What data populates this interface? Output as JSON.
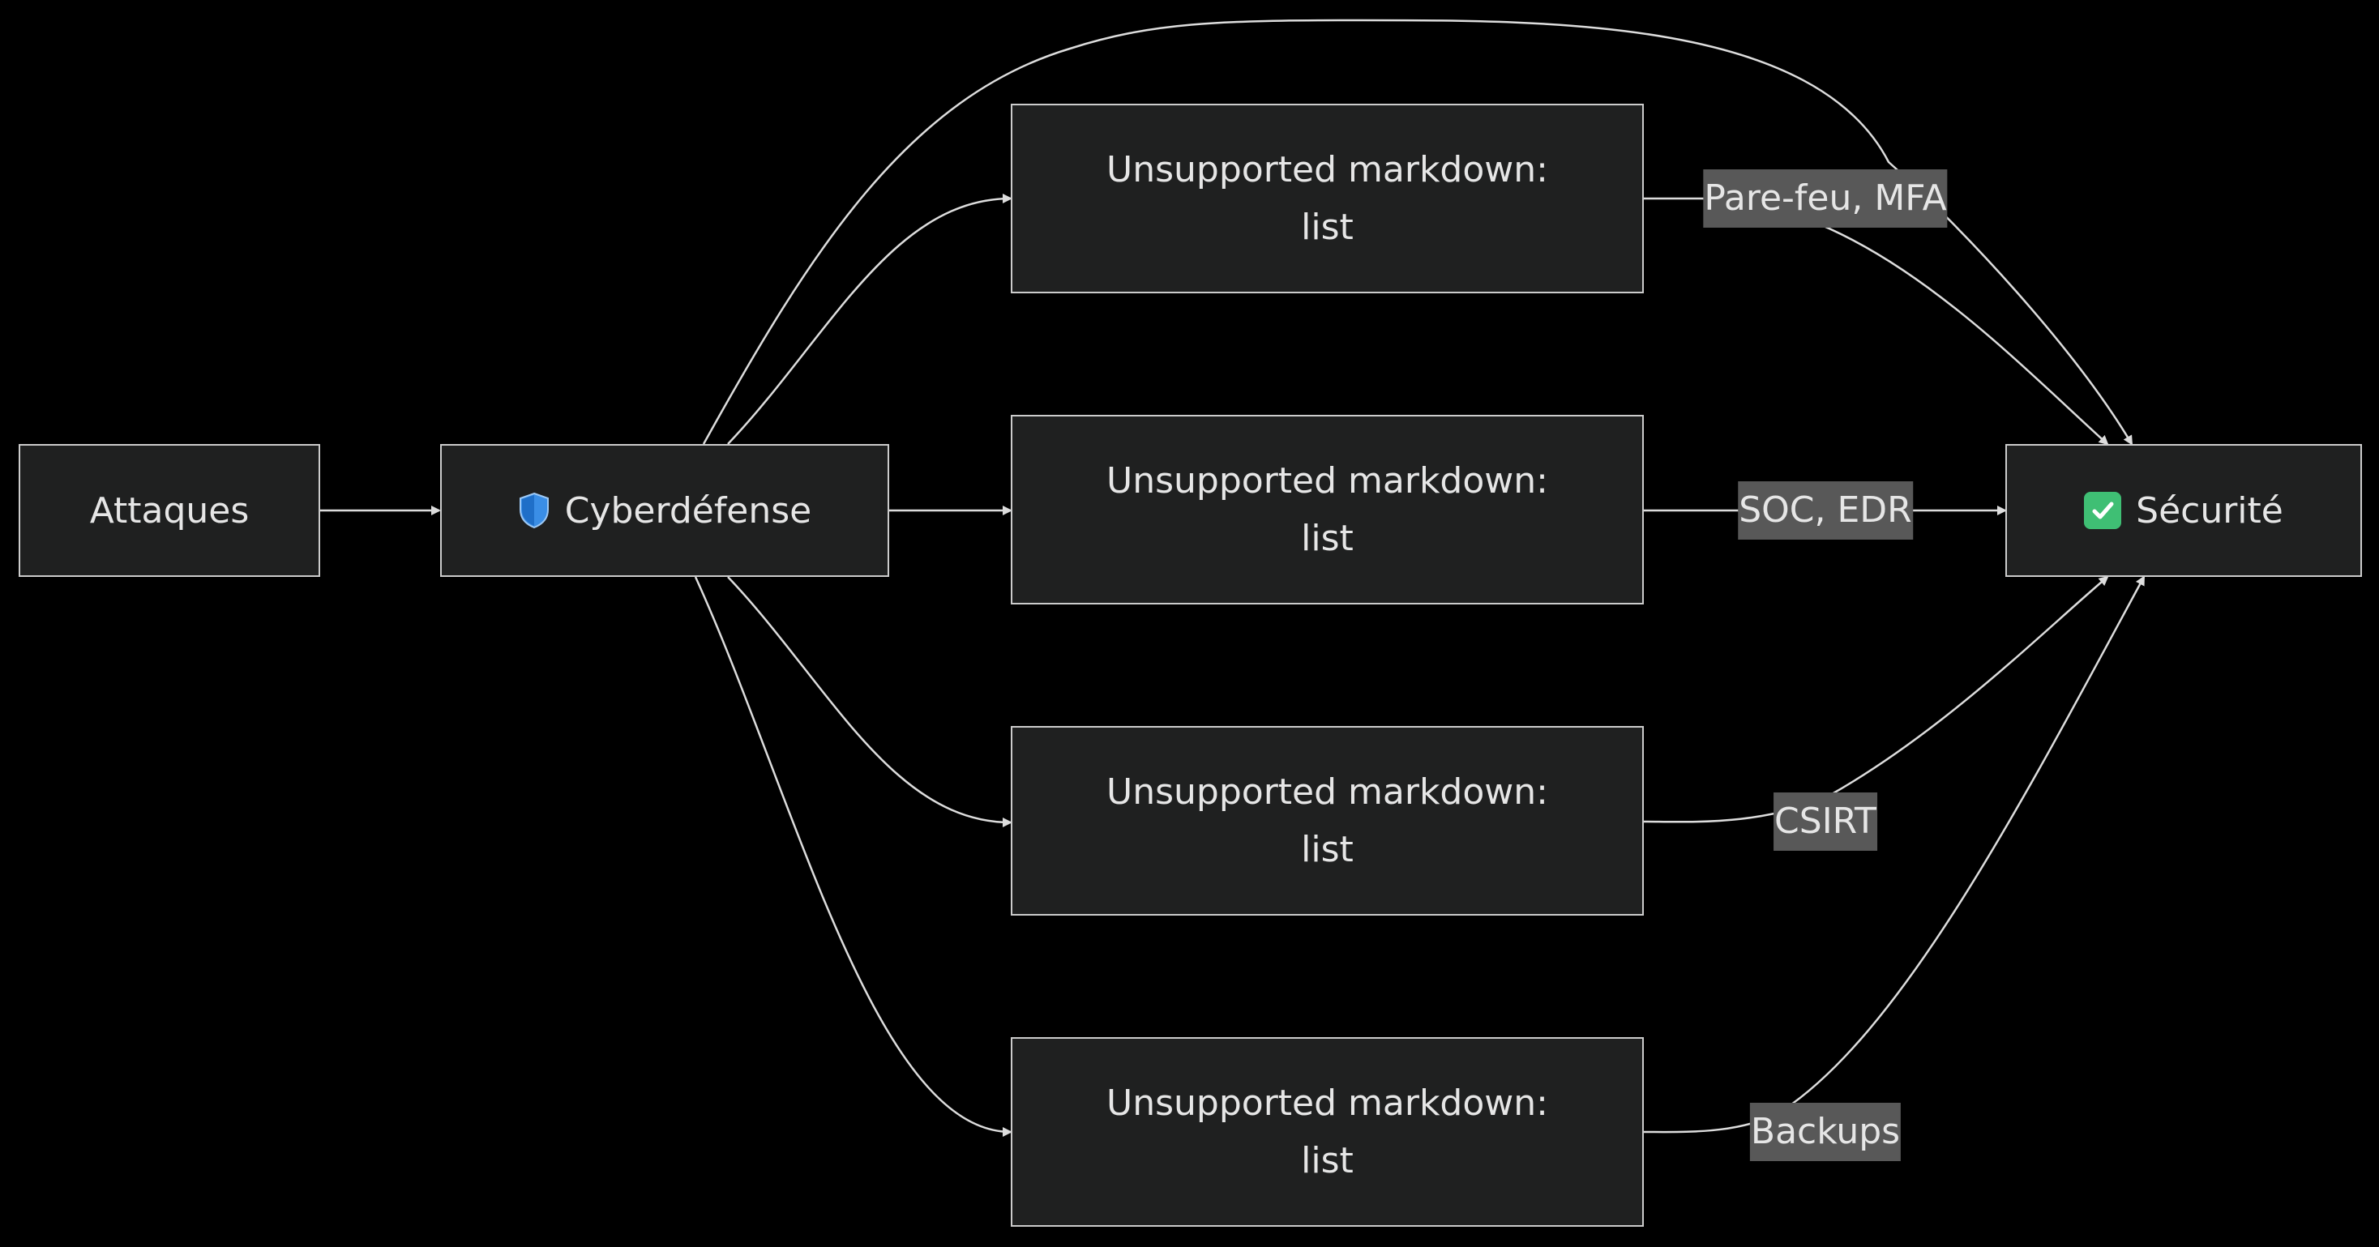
{
  "nodes": {
    "attaques": {
      "label": "Attaques"
    },
    "cyberdefense": {
      "label": "Cyberdéfense",
      "icon": "shield-icon"
    },
    "box1": {
      "line1": "Unsupported markdown:",
      "line2": "list"
    },
    "box2": {
      "line1": "Unsupported markdown:",
      "line2": "list"
    },
    "box3": {
      "line1": "Unsupported markdown:",
      "line2": "list"
    },
    "box4": {
      "line1": "Unsupported markdown:",
      "line2": "list"
    },
    "securite": {
      "label": "Sécurité",
      "icon": "check-icon"
    }
  },
  "edge_labels": {
    "parefeu": "Pare-feu, MFA",
    "soc": "SOC, EDR",
    "csirt": "CSIRT",
    "backups": "Backups"
  },
  "colors": {
    "background": "#000000",
    "node_fill": "#1f2020",
    "node_border": "#cccccc",
    "edge": "#dddddd",
    "edge_label_bg": "#585858",
    "text": "#e6e6e6",
    "check_green": "#3fbf74",
    "shield_blue": "#3a8ee6"
  }
}
